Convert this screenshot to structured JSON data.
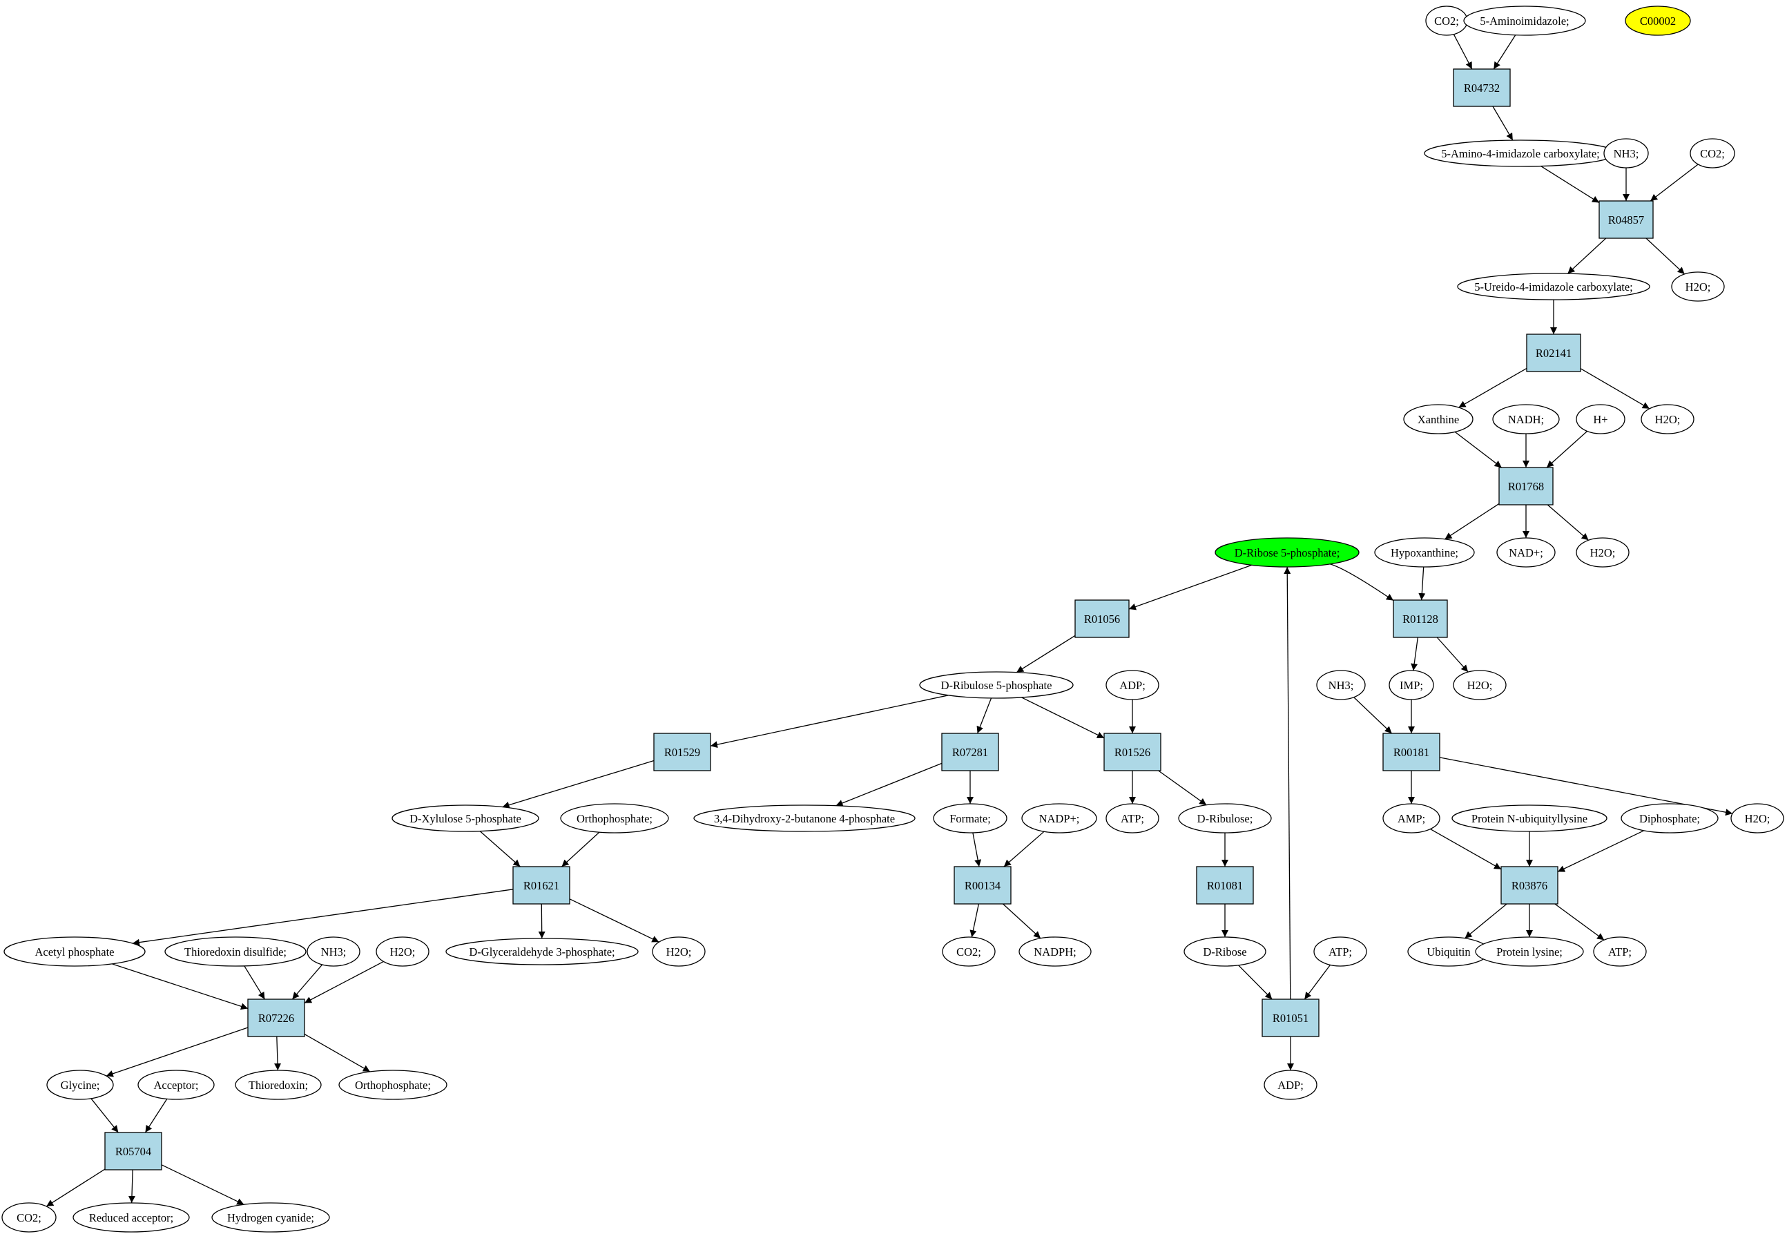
{
  "colors": {
    "reaction_fill": "#add8e6",
    "compound_fill": "#ffffff",
    "highlight_green": "#00ff00",
    "highlight_yellow": "#ffff00",
    "stroke": "#000000"
  },
  "nodes": {
    "co2_a": {
      "label": "CO2;",
      "kind": "compound"
    },
    "aminoimidazole": {
      "label": "5-Aminoimidazole;",
      "kind": "compound"
    },
    "c00002": {
      "label": "C00002",
      "kind": "compound",
      "highlight": "yellow"
    },
    "r04732": {
      "label": "R04732",
      "kind": "reaction"
    },
    "aminoimidazole_carboxylate": {
      "label": "5-Amino-4-imidazole carboxylate;",
      "kind": "compound"
    },
    "nh3_a": {
      "label": "NH3;",
      "kind": "compound"
    },
    "co2_b": {
      "label": "CO2;",
      "kind": "compound"
    },
    "r04857": {
      "label": "R04857",
      "kind": "reaction"
    },
    "ureido_carboxylate": {
      "label": "5-Ureido-4-imidazole carboxylate;",
      "kind": "compound"
    },
    "h2o_a": {
      "label": "H2O;",
      "kind": "compound"
    },
    "r02141": {
      "label": "R02141",
      "kind": "reaction"
    },
    "xanthine": {
      "label": "Xanthine",
      "kind": "compound"
    },
    "nadh": {
      "label": "NADH;",
      "kind": "compound"
    },
    "hplus": {
      "label": "H+",
      "kind": "compound"
    },
    "h2o_b": {
      "label": "H2O;",
      "kind": "compound"
    },
    "r01768": {
      "label": "R01768",
      "kind": "reaction"
    },
    "ribose5p": {
      "label": "D-Ribose 5-phosphate;",
      "kind": "compound",
      "highlight": "green"
    },
    "hypoxanthine": {
      "label": "Hypoxanthine;",
      "kind": "compound"
    },
    "nadplus": {
      "label": "NAD+;",
      "kind": "compound"
    },
    "h2o_c": {
      "label": "H2O;",
      "kind": "compound"
    },
    "r01056": {
      "label": "R01056",
      "kind": "reaction"
    },
    "r01128": {
      "label": "R01128",
      "kind": "reaction"
    },
    "ribulose5p": {
      "label": "D-Ribulose 5-phosphate",
      "kind": "compound"
    },
    "adp_a": {
      "label": "ADP;",
      "kind": "compound"
    },
    "nh3_b": {
      "label": "NH3;",
      "kind": "compound"
    },
    "imp": {
      "label": "IMP;",
      "kind": "compound"
    },
    "h2o_d": {
      "label": "H2O;",
      "kind": "compound"
    },
    "r01529": {
      "label": "R01529",
      "kind": "reaction"
    },
    "r07281": {
      "label": "R07281",
      "kind": "reaction"
    },
    "r01526": {
      "label": "R01526",
      "kind": "reaction"
    },
    "r00181": {
      "label": "R00181",
      "kind": "reaction"
    },
    "xylulose5p": {
      "label": "D-Xylulose 5-phosphate",
      "kind": "compound"
    },
    "orthophosphate_a": {
      "label": "Orthophosphate;",
      "kind": "compound"
    },
    "dihydroxybutanone": {
      "label": "3,4-Dihydroxy-2-butanone 4-phosphate",
      "kind": "compound"
    },
    "formate": {
      "label": "Formate;",
      "kind": "compound"
    },
    "nadpplus": {
      "label": "NADP+;",
      "kind": "compound"
    },
    "atp_a": {
      "label": "ATP;",
      "kind": "compound"
    },
    "dribulose": {
      "label": "D-Ribulose;",
      "kind": "compound"
    },
    "amp": {
      "label": "AMP;",
      "kind": "compound"
    },
    "protein_ubiq": {
      "label": "Protein N-ubiquityllysine",
      "kind": "compound"
    },
    "diphosphate": {
      "label": "Diphosphate;",
      "kind": "compound"
    },
    "h2o_e": {
      "label": "H2O;",
      "kind": "compound"
    },
    "r01621": {
      "label": "R01621",
      "kind": "reaction"
    },
    "r00134": {
      "label": "R00134",
      "kind": "reaction"
    },
    "r01081": {
      "label": "R01081",
      "kind": "reaction"
    },
    "r03876": {
      "label": "R03876",
      "kind": "reaction"
    },
    "acetylphosphate": {
      "label": "Acetyl phosphate",
      "kind": "compound"
    },
    "thioredoxin_disulfide": {
      "label": "Thioredoxin disulfide;",
      "kind": "compound"
    },
    "nh3_c": {
      "label": "NH3;",
      "kind": "compound"
    },
    "h2o_f": {
      "label": "H2O;",
      "kind": "compound"
    },
    "glyceraldehyde3p": {
      "label": "D-Glyceraldehyde 3-phosphate;",
      "kind": "compound"
    },
    "h2o_g": {
      "label": "H2O;",
      "kind": "compound"
    },
    "co2_c": {
      "label": "CO2;",
      "kind": "compound"
    },
    "nadph": {
      "label": "NADPH;",
      "kind": "compound"
    },
    "dribose": {
      "label": "D-Ribose",
      "kind": "compound"
    },
    "atp_b": {
      "label": "ATP;",
      "kind": "compound"
    },
    "ubiquitin": {
      "label": "Ubiquitin",
      "kind": "compound"
    },
    "protein_lysine": {
      "label": "Protein lysine;",
      "kind": "compound"
    },
    "atp_c": {
      "label": "ATP;",
      "kind": "compound"
    },
    "r07226": {
      "label": "R07226",
      "kind": "reaction"
    },
    "r01051": {
      "label": "R01051",
      "kind": "reaction"
    },
    "glycine": {
      "label": "Glycine;",
      "kind": "compound"
    },
    "acceptor": {
      "label": "Acceptor;",
      "kind": "compound"
    },
    "thioredoxin": {
      "label": "Thioredoxin;",
      "kind": "compound"
    },
    "orthophosphate_b": {
      "label": "Orthophosphate;",
      "kind": "compound"
    },
    "adp_b": {
      "label": "ADP;",
      "kind": "compound"
    },
    "r05704": {
      "label": "R05704",
      "kind": "reaction"
    },
    "co2_d": {
      "label": "CO2;",
      "kind": "compound"
    },
    "reduced_acceptor": {
      "label": "Reduced acceptor;",
      "kind": "compound"
    },
    "hydrogen_cyanide": {
      "label": "Hydrogen cyanide;",
      "kind": "compound"
    }
  },
  "edges": [
    [
      "co2_a",
      "r04732"
    ],
    [
      "aminoimidazole",
      "r04732"
    ],
    [
      "r04732",
      "aminoimidazole_carboxylate"
    ],
    [
      "aminoimidazole_carboxylate",
      "r04857"
    ],
    [
      "nh3_a",
      "r04857"
    ],
    [
      "co2_b",
      "r04857"
    ],
    [
      "r04857",
      "ureido_carboxylate"
    ],
    [
      "r04857",
      "h2o_a"
    ],
    [
      "ureido_carboxylate",
      "r02141"
    ],
    [
      "r02141",
      "xanthine"
    ],
    [
      "r02141",
      "h2o_b"
    ],
    [
      "xanthine",
      "r01768"
    ],
    [
      "nadh",
      "r01768"
    ],
    [
      "hplus",
      "r01768"
    ],
    [
      "r01768",
      "hypoxanthine"
    ],
    [
      "r01768",
      "nadplus"
    ],
    [
      "r01768",
      "h2o_c"
    ],
    [
      "ribose5p",
      "r01056"
    ],
    [
      "ribose5p",
      "r01128"
    ],
    [
      "hypoxanthine",
      "r01128"
    ],
    [
      "r01128",
      "imp"
    ],
    [
      "r01128",
      "h2o_d"
    ],
    [
      "r01056",
      "ribulose5p"
    ],
    [
      "ribulose5p",
      "r01529"
    ],
    [
      "ribulose5p",
      "r07281"
    ],
    [
      "ribulose5p",
      "r01526"
    ],
    [
      "adp_a",
      "r01526"
    ],
    [
      "nh3_b",
      "r00181"
    ],
    [
      "imp",
      "r00181"
    ],
    [
      "r01529",
      "xylulose5p"
    ],
    [
      "r07281",
      "dihydroxybutanone"
    ],
    [
      "r07281",
      "formate"
    ],
    [
      "r01526",
      "atp_a"
    ],
    [
      "r01526",
      "dribulose"
    ],
    [
      "r00181",
      "amp"
    ],
    [
      "r00181",
      "h2o_e"
    ],
    [
      "xylulose5p",
      "r01621"
    ],
    [
      "orthophosphate_a",
      "r01621"
    ],
    [
      "formate",
      "r00134"
    ],
    [
      "nadpplus",
      "r00134"
    ],
    [
      "dribulose",
      "r01081"
    ],
    [
      "amp",
      "r03876"
    ],
    [
      "protein_ubiq",
      "r03876"
    ],
    [
      "diphosphate",
      "r03876"
    ],
    [
      "r01621",
      "acetylphosphate"
    ],
    [
      "r01621",
      "glyceraldehyde3p"
    ],
    [
      "r01621",
      "h2o_g"
    ],
    [
      "r00134",
      "co2_c"
    ],
    [
      "r00134",
      "nadph"
    ],
    [
      "r01081",
      "dribose"
    ],
    [
      "r03876",
      "ubiquitin"
    ],
    [
      "r03876",
      "protein_lysine"
    ],
    [
      "r03876",
      "atp_c"
    ],
    [
      "acetylphosphate",
      "r07226"
    ],
    [
      "thioredoxin_disulfide",
      "r07226"
    ],
    [
      "nh3_c",
      "r07226"
    ],
    [
      "h2o_f",
      "r07226"
    ],
    [
      "dribose",
      "r01051"
    ],
    [
      "atp_b",
      "r01051"
    ],
    [
      "r01051",
      "ribose5p"
    ],
    [
      "r01051",
      "adp_b"
    ],
    [
      "r07226",
      "glycine"
    ],
    [
      "r07226",
      "thioredoxin"
    ],
    [
      "r07226",
      "orthophosphate_b"
    ],
    [
      "glycine",
      "r05704"
    ],
    [
      "acceptor",
      "r05704"
    ],
    [
      "r05704",
      "co2_d"
    ],
    [
      "r05704",
      "reduced_acceptor"
    ],
    [
      "r05704",
      "hydrogen_cyanide"
    ]
  ]
}
